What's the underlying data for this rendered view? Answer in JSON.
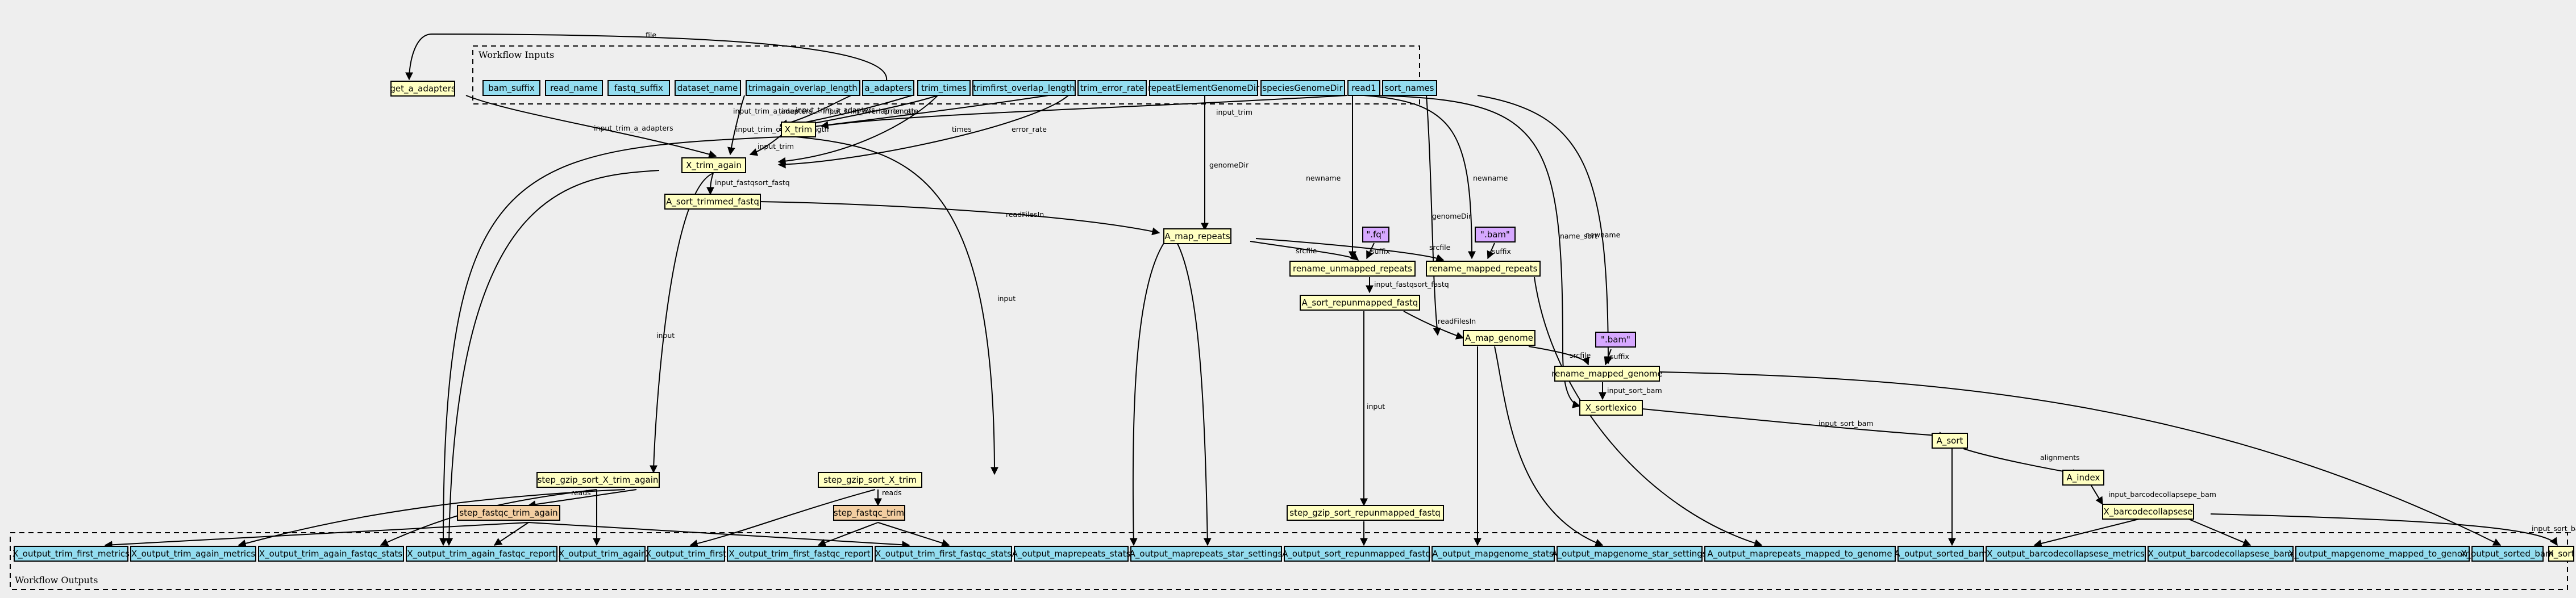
{
  "clusters": {
    "inputs_title": "Workflow Inputs",
    "outputs_title": "Workflow Outputs"
  },
  "colors": {
    "input_node": "#94ddf0",
    "step_node": "#ffffc2",
    "string_node": "#d6a8ff",
    "subworkflow_node": "#f3cea1",
    "background": "#eeeeee"
  },
  "nodes": {
    "bam_suffix": "bam_suffix",
    "read_name": "read_name",
    "fastq_suffix": "fastq_suffix",
    "dataset_name": "dataset_name",
    "trimagain_overlap_length": "trimagain_overlap_length",
    "a_adapters": "a_adapters",
    "trim_times": "trim_times",
    "trimfirst_overlap_length": "trimfirst_overlap_length",
    "trim_error_rate": "trim_error_rate",
    "repeatElementGenomeDir": "repeatElementGenomeDir",
    "speciesGenomeDir": "speciesGenomeDir",
    "read1": "read1",
    "sort_names": "sort_names",
    "get_a_adapters": "get_a_adapters",
    "X_trim": "X_trim",
    "X_trim_again": "X_trim_again",
    "A_sort_trimmed_fastq": "A_sort_trimmed_fastq",
    "A_map_repeats": "A_map_repeats",
    "str_fq": "\".fq\"",
    "str_bam1": "\".bam\"",
    "str_bam2": "\".bam\"",
    "rename_unmapped_repeats": "rename_unmapped_repeats",
    "rename_mapped_repeats": "rename_mapped_repeats",
    "A_sort_repunmapped_fastq": "A_sort_repunmapped_fastq",
    "A_map_genome": "A_map_genome",
    "rename_mapped_genome": "rename_mapped_genome",
    "X_sortlexico": "X_sortlexico",
    "A_sort": "A_sort",
    "A_index": "A_index",
    "X_barcodecollapsese": "X_barcodecollapsese",
    "step_gzip_sort_X_trim_again": "step_gzip_sort_X_trim_again",
    "step_fastqc_trim_again": "step_fastqc_trim_again",
    "step_gzip_sort_X_trim": "step_gzip_sort_X_trim",
    "step_fastqc_trim": "step_fastqc_trim",
    "step_gzip_sort_repunmapped_fastq": "step_gzip_sort_repunmapped_fastq",
    "X_sort": "X_sort"
  },
  "outputs": [
    "X_output_trim_first_metrics",
    "X_output_trim_again_metrics",
    "X_output_trim_again_fastqc_stats",
    "X_output_trim_again_fastqc_report",
    "X_output_trim_again",
    "X_output_trim_first",
    "X_output_trim_first_fastqc_report",
    "X_output_trim_first_fastqc_stats",
    "A_output_maprepeats_stats",
    "A_output_maprepeats_star_settings",
    "A_output_sort_repunmapped_fastq",
    "A_output_mapgenome_stats",
    "A_output_mapgenome_star_settings",
    "A_output_maprepeats_mapped_to_genome",
    "A_output_sorted_bam",
    "X_output_barcodecollapsese_metrics",
    "X_output_barcodecollapsese_bam",
    "X_output_mapgenome_mapped_to_genome",
    "X_output_sorted_bam"
  ],
  "edge_labels": {
    "file": "file",
    "input_trim": "input_trim",
    "input_trim_a_adapters": "input_trim_a_adapters",
    "input_trim_overlap_length": "input_trim_overlap_length",
    "times": "times",
    "error_rate": "error_rate",
    "input_fastqsort_fastq": "input_fastqsort_fastq",
    "readFilesIn": "readFilesIn",
    "genomeDir": "genomeDir",
    "newname": "newname",
    "srcfile": "srcfile",
    "suffix": "suffix",
    "input": "input",
    "name_sort": "name_sort",
    "input_sort_bam": "input_sort_bam",
    "alignments": "alignments",
    "input_barcodecollapsepe_bam": "input_barcodecollapsepe_bam",
    "reads": "reads"
  }
}
